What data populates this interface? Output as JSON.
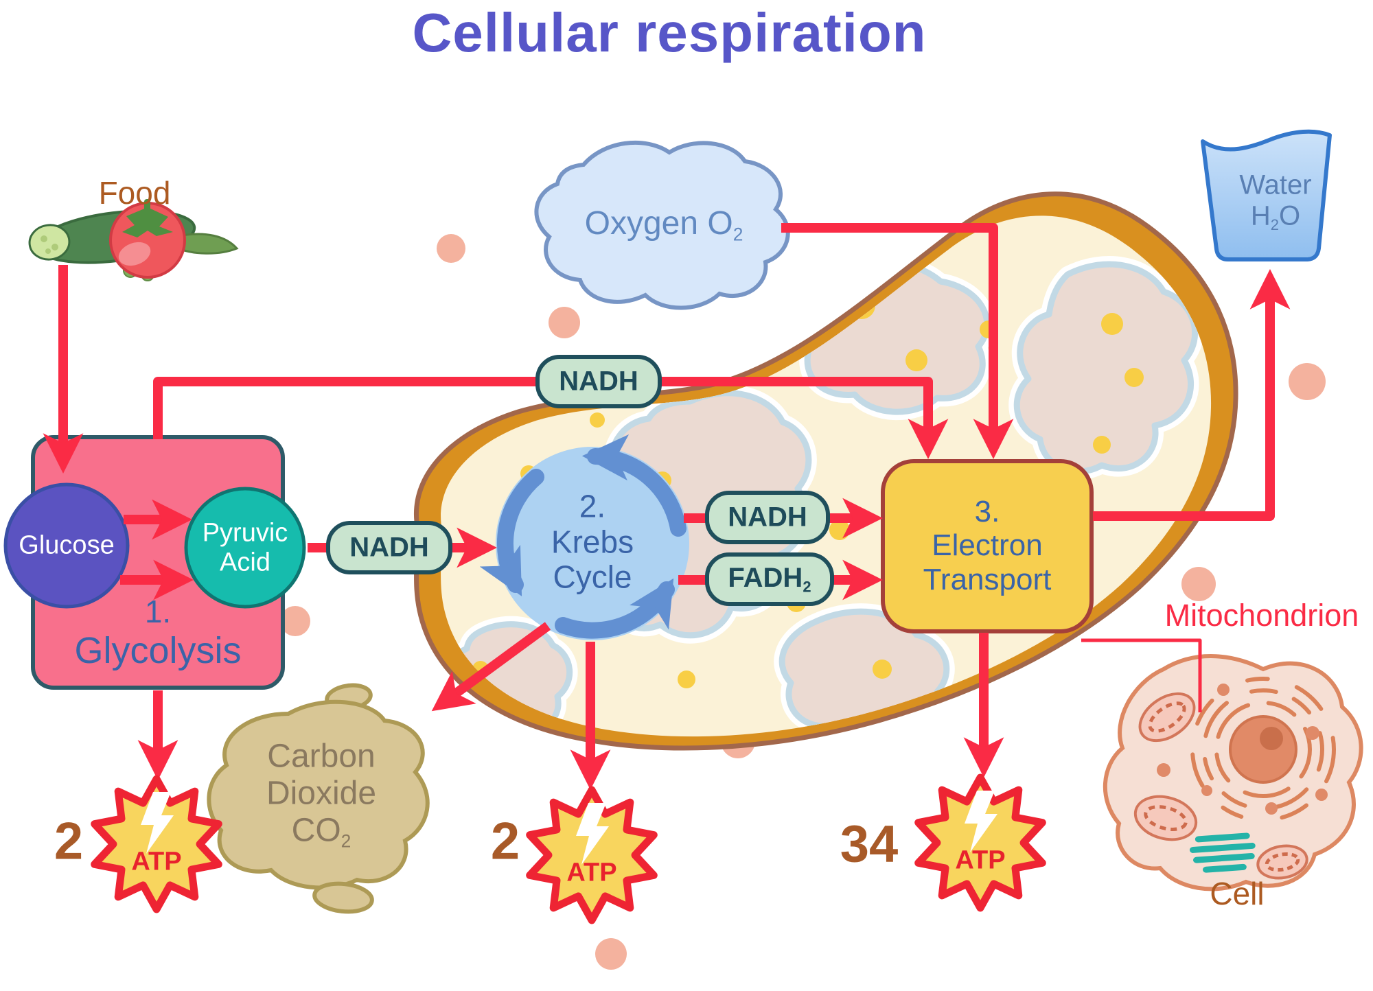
{
  "title": "Cellular respiration",
  "food": {
    "label": "Food"
  },
  "oxygen": {
    "label": "Oxygen O",
    "sub": "2"
  },
  "water": {
    "label": "Water",
    "formula_h": "H",
    "formula_sub": "2",
    "formula_o": "O"
  },
  "badges": {
    "nadh": "NADH",
    "fadh": "FADH",
    "fadh_sub": "2"
  },
  "glycolysis": {
    "number": "1.",
    "name": "Glycolysis",
    "glucose": "Glucose",
    "pyruvic_line1": "Pyruvic",
    "pyruvic_line2": "Acid"
  },
  "krebs": {
    "number": "2.",
    "line1": "Krebs",
    "line2": "Cycle"
  },
  "electron": {
    "number": "3.",
    "line1": "Electron",
    "line2": "Transport"
  },
  "co2": {
    "line1": "Carbon",
    "line2": "Dioxide",
    "formula": "CO",
    "sub": "2"
  },
  "atp": {
    "label": "ATP",
    "glycolysis_count": "2",
    "krebs_count": "2",
    "electron_count": "34"
  },
  "mitochondrion_label": "Mitochondrion",
  "cell_label": "Cell",
  "palette": {
    "title_purple": "#5756C8",
    "arrow_red": "#FA2B45",
    "label_brown": "#AC5A21",
    "step_blue": "#3A64A8",
    "badge_green": "#C9E4CF",
    "badge_border": "#1F4F5C",
    "glycolysis_pink": "#F8708C",
    "glucose_purple": "#5B53C1",
    "pyruvic_teal": "#16BCAD",
    "krebs_blue": "#ADD2F2",
    "krebs_ring": "#6290D2",
    "electron_yellow": "#F7CF4F",
    "electron_border": "#A4403A",
    "mito_band_orange": "#D9901F",
    "mito_outline": "#A2674B",
    "mito_matrix_cream": "#FBF2D7",
    "crista_fill": "#EBDAD2",
    "crista_line": "#C2D9E5",
    "matrix_dot_yellow": "#F8CE45",
    "cloud_blue": "#D7E7FA",
    "water_border": "#3478CC",
    "co2_tan": "#D8C695",
    "atp_star_yellow": "#F8D55E",
    "atp_star_border": "#EE2433",
    "salmon_dot": "#F4B29E",
    "cell_salmon": "#DD8862"
  }
}
